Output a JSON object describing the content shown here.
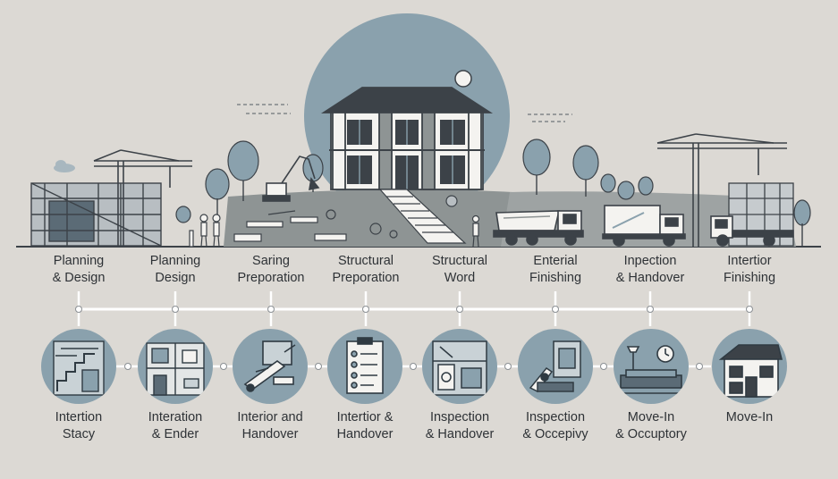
{
  "stages_top": [
    {
      "line1": "Planning",
      "line2": "& Design"
    },
    {
      "line1": "Planning",
      "line2": "Design"
    },
    {
      "line1": "Saring",
      "line2": "Preporation"
    },
    {
      "line1": "Structural",
      "line2": "Preporation"
    },
    {
      "line1": "Structural",
      "line2": "Word"
    },
    {
      "line1": "Enterial",
      "line2": "Finishing"
    },
    {
      "line1": "Inpection",
      "line2": "& Handover"
    },
    {
      "line1": "Intertior",
      "line2": "Finishing"
    }
  ],
  "stages_bottom": [
    {
      "line1": "Intertion",
      "line2": "Stacy",
      "icon": "staircase-interior-icon"
    },
    {
      "line1": "Interation",
      "line2": "& Ender",
      "icon": "room-interior-icon"
    },
    {
      "line1": "Interior and",
      "line2": "Handover",
      "icon": "tools-icon"
    },
    {
      "line1": "Intertior &",
      "line2": "Handover",
      "icon": "checklist-icon"
    },
    {
      "line1": "Inspection",
      "line2": "& Handover",
      "icon": "inspection-tools-icon"
    },
    {
      "line1": "Inspection",
      "line2": "& Occepivy",
      "icon": "room-occupancy-icon"
    },
    {
      "line1": "Move-In",
      "line2": "& Occuptory",
      "icon": "living-room-clock-icon"
    },
    {
      "line1": "Move-In",
      "line2": "",
      "icon": "house-icon"
    }
  ],
  "colors": {
    "background": "#dcd9d4",
    "accent": "#8aa1ad",
    "ground": "#8e9494",
    "dark": "#3c4248",
    "timeline": "#ffffff"
  }
}
